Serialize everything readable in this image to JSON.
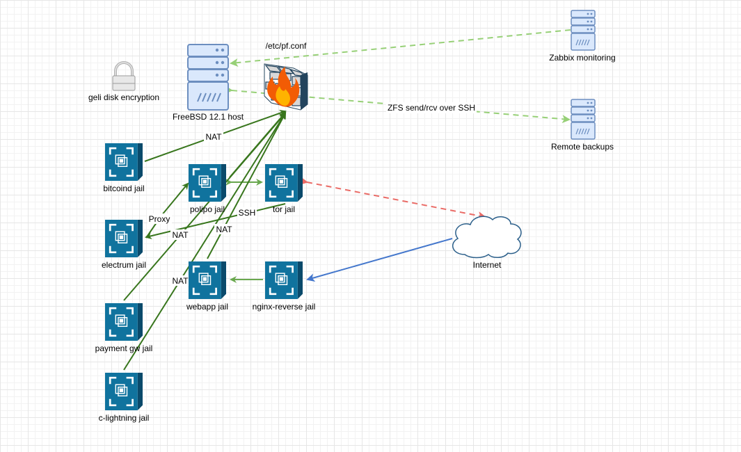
{
  "diagram": {
    "nodes": {
      "freebsd_host": {
        "label": "FreeBSD 12.1 host",
        "icon": "server-rack-icon"
      },
      "firewall": {
        "label": "/etc/pf.conf",
        "icon": "firewall-icon"
      },
      "geli": {
        "label": "geli disk encryption",
        "icon": "padlock-icon"
      },
      "zabbix": {
        "label": "Zabbix monitoring",
        "icon": "server-icon"
      },
      "backups": {
        "label": "Remote backups",
        "icon": "server-icon"
      },
      "bitcoind": {
        "label": "bitcoind jail",
        "icon": "jail-container-icon"
      },
      "polipo": {
        "label": "polipo jail",
        "icon": "jail-container-icon"
      },
      "tor": {
        "label": "tor jail",
        "icon": "jail-container-icon"
      },
      "electrum": {
        "label": "electrum jail",
        "icon": "jail-container-icon"
      },
      "webapp": {
        "label": "webapp jail",
        "icon": "jail-container-icon"
      },
      "nginx": {
        "label": "nginx-reverse jail",
        "icon": "jail-container-icon"
      },
      "payment": {
        "label": "payment gw jail",
        "icon": "jail-container-icon"
      },
      "clightning": {
        "label": "c-lightning jail",
        "icon": "jail-container-icon"
      },
      "internet": {
        "label": "Internet",
        "icon": "cloud-icon"
      }
    },
    "edges": {
      "zabbix_host": {
        "label": "",
        "style": "dashed",
        "color": "#97d077"
      },
      "backup_host": {
        "label": "ZFS send/rcv over SSH",
        "style": "dashed",
        "color": "#97d077"
      },
      "bitcoind_fw": {
        "label": "NAT",
        "style": "solid",
        "color": "#38761d"
      },
      "polipo_fw": {
        "label": "",
        "style": "solid",
        "color": "#38761d"
      },
      "polipo_tor": {
        "label": "",
        "style": "solid",
        "color": "#6aa84f"
      },
      "tor_internet": {
        "label": "",
        "style": "dashed",
        "color": "#ea6b66"
      },
      "electrum_polipo": {
        "label": "Proxy",
        "style": "solid",
        "color": "#38761d"
      },
      "tor_electrum": {
        "label": "SSH",
        "style": "solid",
        "color": "#38761d"
      },
      "electrum_fw": {
        "label": "NAT",
        "style": "solid",
        "color": "#38761d"
      },
      "webapp_fw": {
        "label": "NAT",
        "style": "solid",
        "color": "#38761d"
      },
      "payment_fw": {
        "label": "NAT",
        "style": "solid",
        "color": "#38761d"
      },
      "clightning_fw": {
        "label": "",
        "style": "solid",
        "color": "#38761d"
      },
      "nginx_webapp": {
        "label": "",
        "style": "solid",
        "color": "#6aa84f"
      },
      "internet_nginx": {
        "label": "",
        "style": "solid",
        "color": "#4477cc"
      }
    }
  }
}
